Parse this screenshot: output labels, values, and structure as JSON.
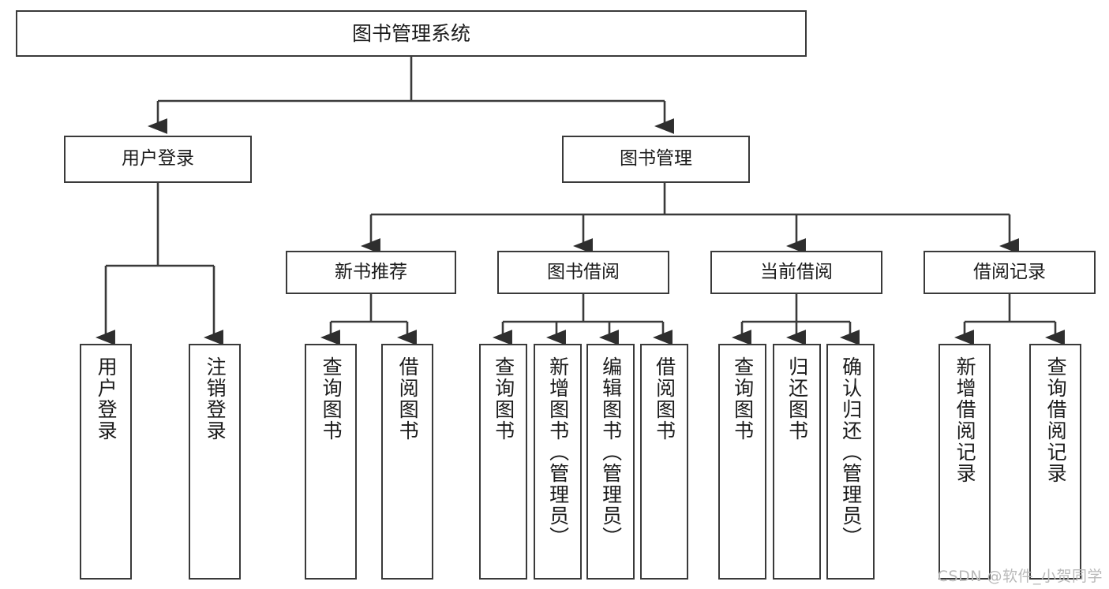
{
  "diagram": {
    "title": "图书管理系统",
    "type": "tree-hierarchy",
    "watermark": "CSDN @软件_小贺同学",
    "colors": {
      "box_border": "#3a3a3a",
      "box_fill": "#ffffff",
      "connector": "#3a3a3a",
      "text": "#1b1b1b",
      "watermark": "#b9b9b9"
    },
    "nodes": {
      "root": {
        "label": "图书管理系统"
      },
      "level1": [
        {
          "id": "user-login",
          "label": "用户登录"
        },
        {
          "id": "book-manage",
          "label": "图书管理"
        }
      ],
      "level2": [
        {
          "id": "new-book-recommend",
          "label": "新书推荐"
        },
        {
          "id": "book-borrow",
          "label": "图书借阅"
        },
        {
          "id": "current-borrow",
          "label": "当前借阅"
        },
        {
          "id": "borrow-record",
          "label": "借阅记录"
        }
      ],
      "leaves": {
        "user_login": [
          {
            "id": "leaf-user-login",
            "label": "用户登录"
          },
          {
            "id": "leaf-logout-login",
            "label": "注销登录"
          }
        ],
        "new_book_recommend": [
          {
            "id": "leaf-query-book-1",
            "label": "查询图书"
          },
          {
            "id": "leaf-borrow-book-1",
            "label": "借阅图书"
          }
        ],
        "book_borrow": [
          {
            "id": "leaf-query-book-2",
            "label": "查询图书"
          },
          {
            "id": "leaf-add-book",
            "label": "新增图书（管理员）"
          },
          {
            "id": "leaf-edit-book",
            "label": "编辑图书（管理员）"
          },
          {
            "id": "leaf-borrow-book-2",
            "label": "借阅图书"
          }
        ],
        "current_borrow": [
          {
            "id": "leaf-query-book-3",
            "label": "查询图书"
          },
          {
            "id": "leaf-return-book",
            "label": "归还图书"
          },
          {
            "id": "leaf-confirm-return",
            "label": "确认归还（管理员）"
          }
        ],
        "borrow_record": [
          {
            "id": "leaf-add-record",
            "label": "新增借阅记录"
          },
          {
            "id": "leaf-query-record",
            "label": "查询借阅记录"
          }
        ]
      }
    }
  }
}
